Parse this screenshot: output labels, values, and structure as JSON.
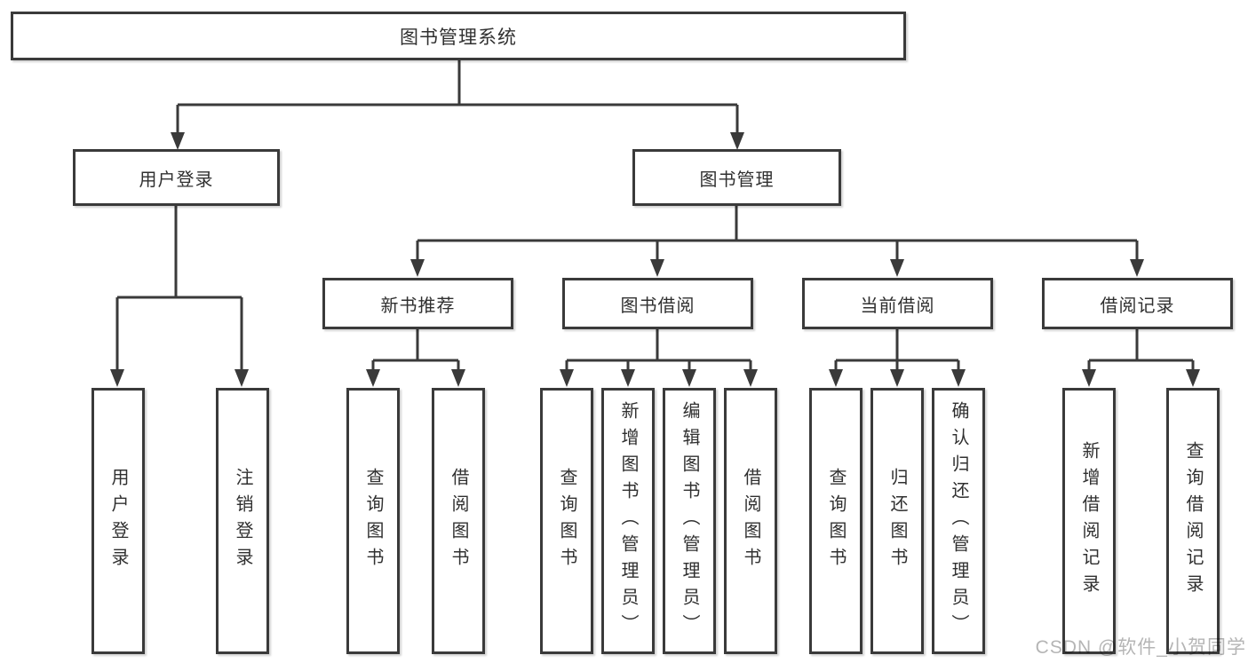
{
  "diagram": {
    "root": {
      "label": "图书管理系统"
    },
    "nodes": [
      {
        "label": "用户登录",
        "children": [
          {
            "label": "用户登录"
          },
          {
            "label": "注销登录"
          }
        ]
      },
      {
        "label": "图书管理",
        "children": [
          {
            "label": "新书推荐",
            "children": [
              {
                "label": "查询图书"
              },
              {
                "label": "借阅图书"
              }
            ]
          },
          {
            "label": "图书借阅",
            "children": [
              {
                "label": "查询图书"
              },
              {
                "label": "新增图书（管理员）"
              },
              {
                "label": "编辑图书（管理员）"
              },
              {
                "label": "借阅图书"
              }
            ]
          },
          {
            "label": "当前借阅",
            "children": [
              {
                "label": "查询图书"
              },
              {
                "label": "归还图书"
              },
              {
                "label": "确认归还（管理员）"
              }
            ]
          },
          {
            "label": "借阅记录",
            "children": [
              {
                "label": "新增借阅记录"
              },
              {
                "label": "查询借阅记录"
              }
            ]
          }
        ]
      }
    ]
  },
  "watermark": {
    "text": "CSDN @软件_小贺同学"
  },
  "colors": {
    "line": "#3a3a3a",
    "box-border": "#3a3a3a",
    "text": "#303030",
    "watermark": "#b5b5b5",
    "background": "#ffffff"
  }
}
